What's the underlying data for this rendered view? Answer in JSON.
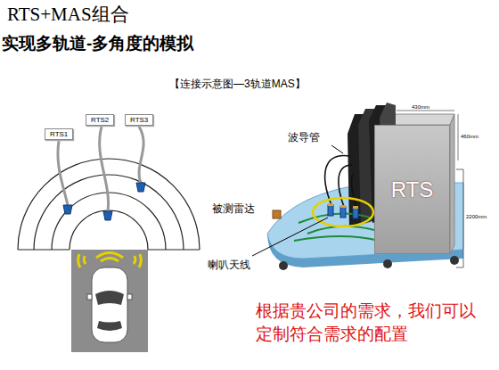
{
  "diagram": {
    "title": "RTS+MAS组合",
    "nodes": [
      {
        "text": [
          "RTS1"
        ]
      },
      {
        "text": [
          "RTS2"
        ]
      },
      {
        "text": [
          "RTS3"
        ]
      },
      {
        "text": [
          "RTS"
        ]
      }
    ],
    "labels": [
      "实现多轨道-多角度的模拟",
      "【连接示意图—3轨道MAS】",
      "波导管",
      "被测雷达",
      "喇叭天线",
      "430mm",
      "460mm",
      "2200mm",
      "根据贵公司的需求，我们可以定制符合需求的配置"
    ]
  }
}
